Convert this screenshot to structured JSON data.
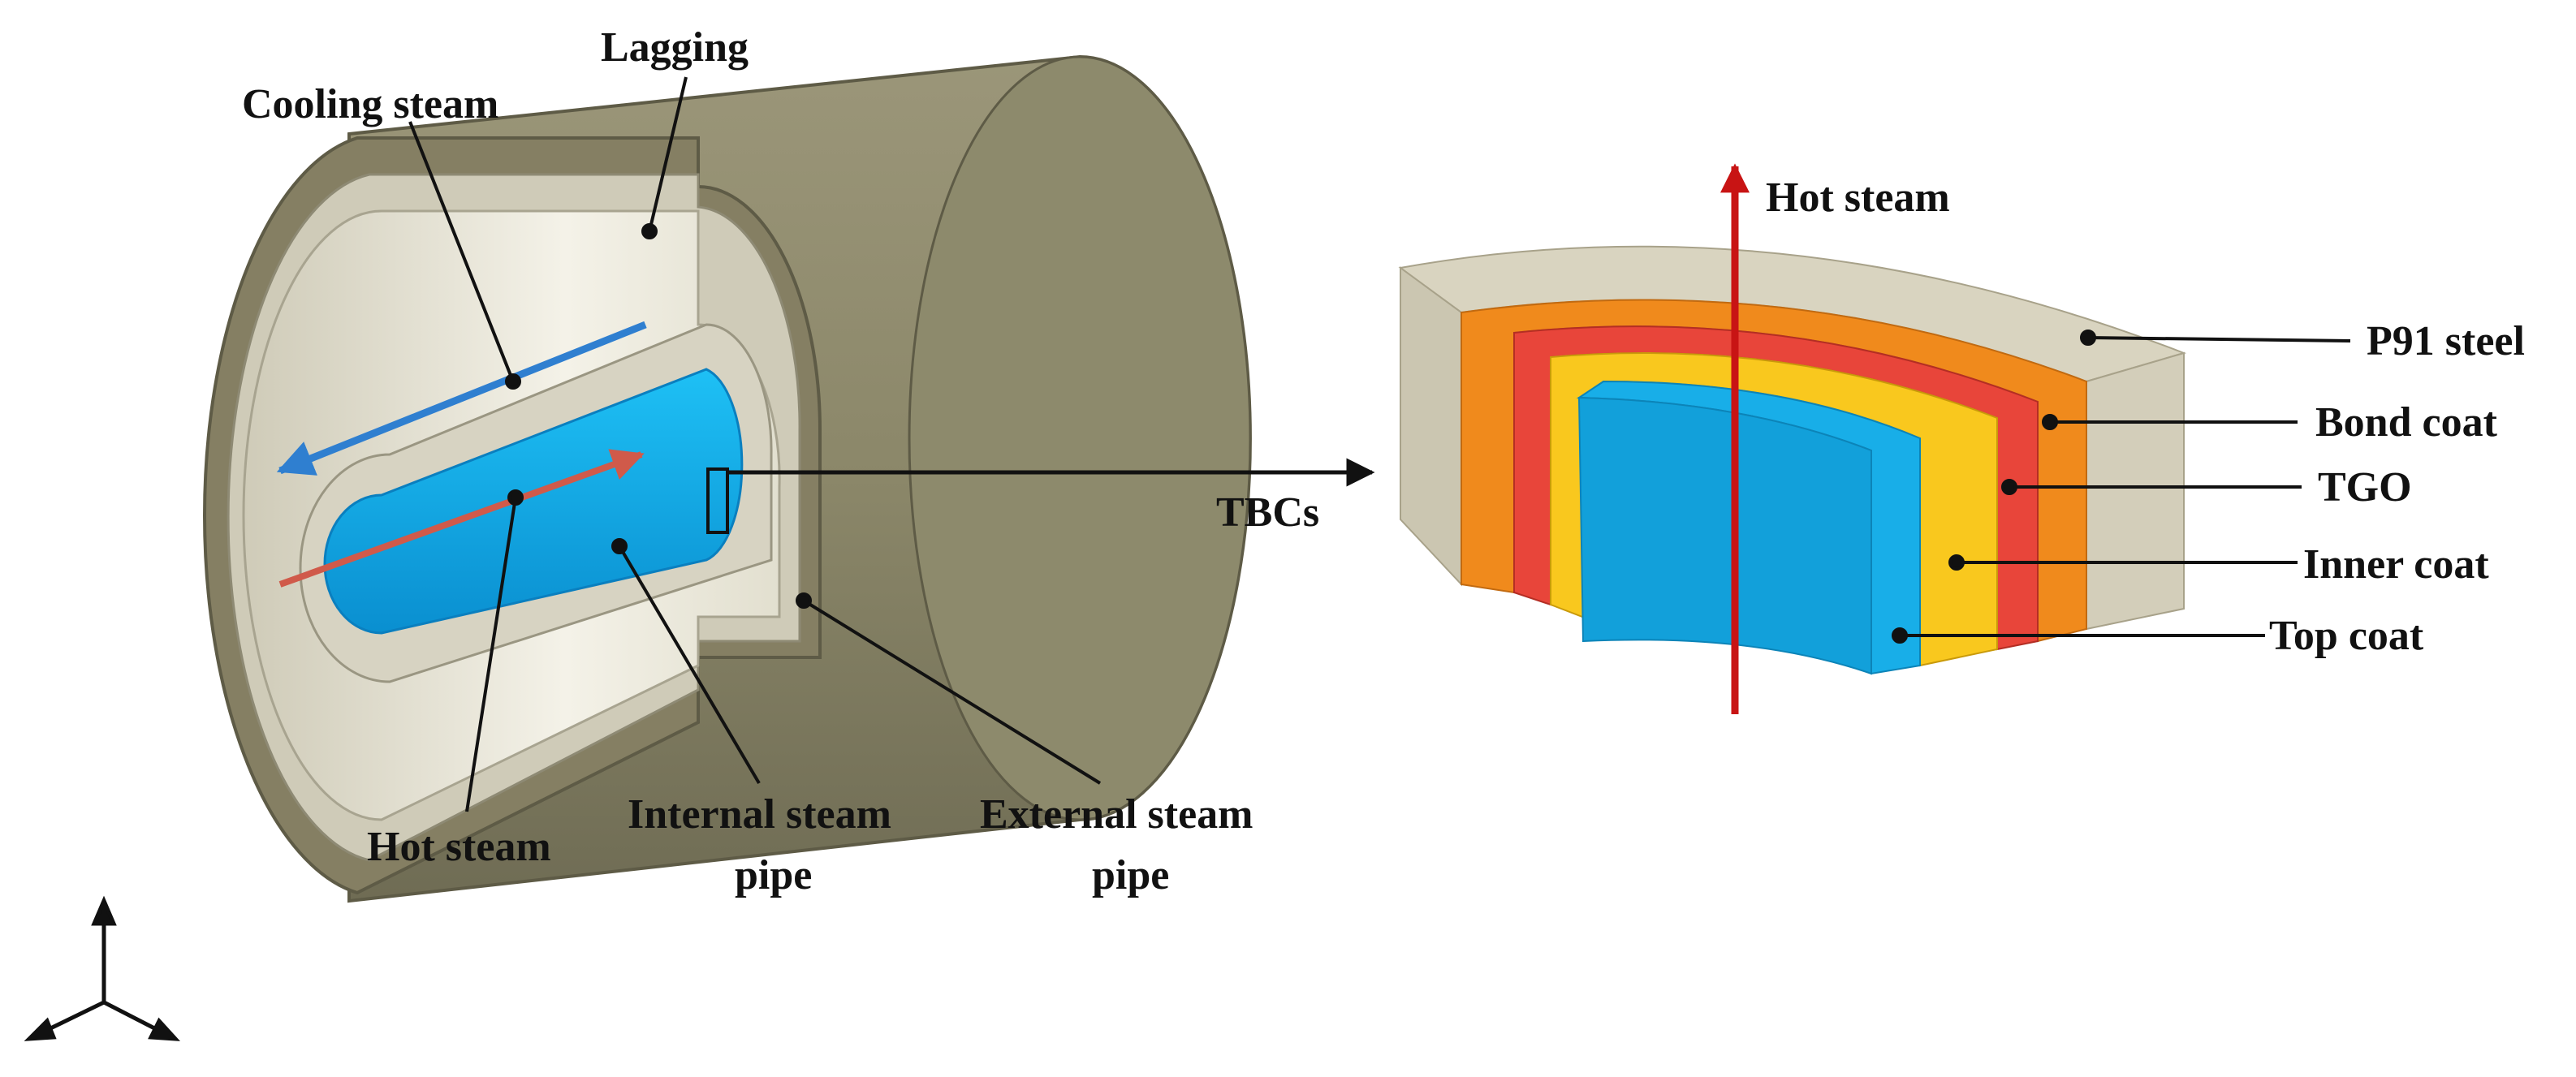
{
  "left_view": {
    "labels": {
      "lagging": "Lagging",
      "cooling_steam": "Cooling steam",
      "hot_steam": "Hot steam",
      "internal_pipe_line1": "Internal steam",
      "internal_pipe_line2": "pipe",
      "external_pipe_line1": "External steam",
      "external_pipe_line2": "pipe",
      "tbcs": "TBCs"
    }
  },
  "right_view": {
    "labels": {
      "hot_steam": "Hot steam",
      "p91_steel": "P91 steel",
      "bond_coat": "Bond coat",
      "tgo": "TGO",
      "inner_coat": "Inner coat",
      "top_coat": "Top coat"
    }
  },
  "colors": {
    "lagging": "#8f8b6e",
    "lagging_dark": "#77745a",
    "pipe_wall": "#cfcbb8",
    "pipe_inner": "#e6e3d4",
    "hot_core": "#12a9e6",
    "cooling_arrow": "#2f7fd0",
    "hot_arrow": "#d05a4a",
    "p91_steel": "#d6d1bd",
    "bond_coat": "#f08a1c",
    "tgo": "#e8453a",
    "inner_coat": "#f9c81e",
    "top_coat": "#18aee8",
    "hot_steam_axis": "#c81414",
    "leader": "#111111"
  }
}
